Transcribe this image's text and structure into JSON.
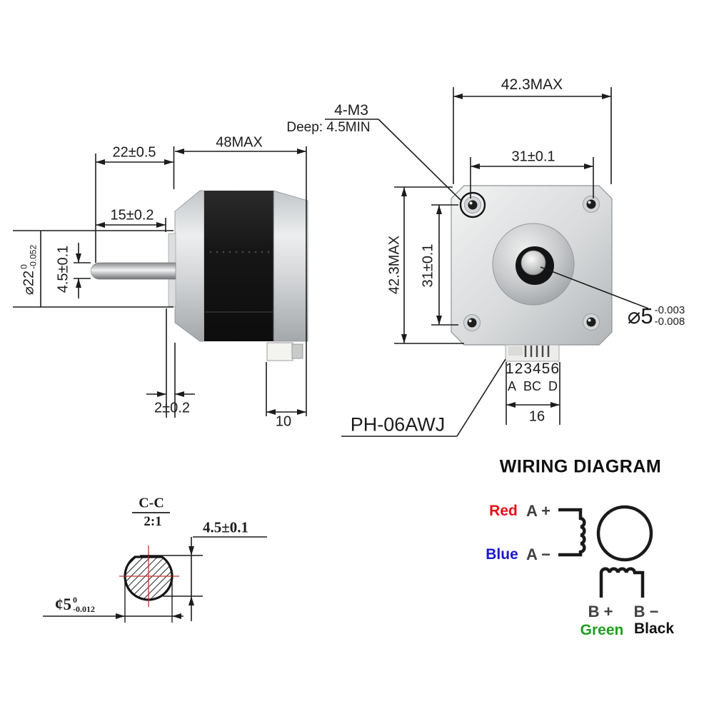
{
  "side_view": {
    "dim_shaft_length": "22±0.5",
    "dim_body_length": "48MAX",
    "dim_flat_length": "15±0.2",
    "dim_shaft_flat": "4.5±0.1",
    "dia_pilot": {
      "symbol_value": "⌀22",
      "tol_upper": "0",
      "tol_lower": "-0.052"
    },
    "dim_pilot_depth": "2±0.2",
    "dim_connector_width": "10"
  },
  "front_view": {
    "dim_width_top": "42.3MAX",
    "dim_hole_spacing_top": "31±0.1",
    "dim_height_left": "42.3MAX",
    "dim_hole_spacing_left": "31±0.1",
    "thread_callout": "4-M3",
    "thread_depth": "Deep: 4.5MIN",
    "dia_shaft": {
      "symbol_value": "⌀5",
      "tol_upper": "-0.003",
      "tol_lower": "-0.008"
    },
    "connector": {
      "pin_numbers": "123456",
      "pin_letters": [
        "A",
        "BC",
        "D"
      ],
      "dim_width": "16",
      "part_number": "PH-06AWJ"
    }
  },
  "section_view": {
    "label": "C-C",
    "scale": "2:1",
    "dim_flat": "4.5±0.1",
    "dia_shaft": {
      "symbol_value": "¢5",
      "tol_upper": "0",
      "tol_lower": "-0.012"
    }
  },
  "wiring": {
    "title": "WIRING DIAGRAM",
    "phase_a": {
      "positive_wire": "Red",
      "positive_terminal": "A +",
      "negative_wire": "Blue",
      "negative_terminal": "A −"
    },
    "phase_b": {
      "positive_terminal": "B +",
      "negative_terminal": "B −",
      "positive_wire": "Green",
      "negative_wire": "Black"
    },
    "colors": {
      "red": "#e51019",
      "blue": "#1b18cf",
      "green": "#1f9e1f",
      "black": "#111111"
    }
  }
}
